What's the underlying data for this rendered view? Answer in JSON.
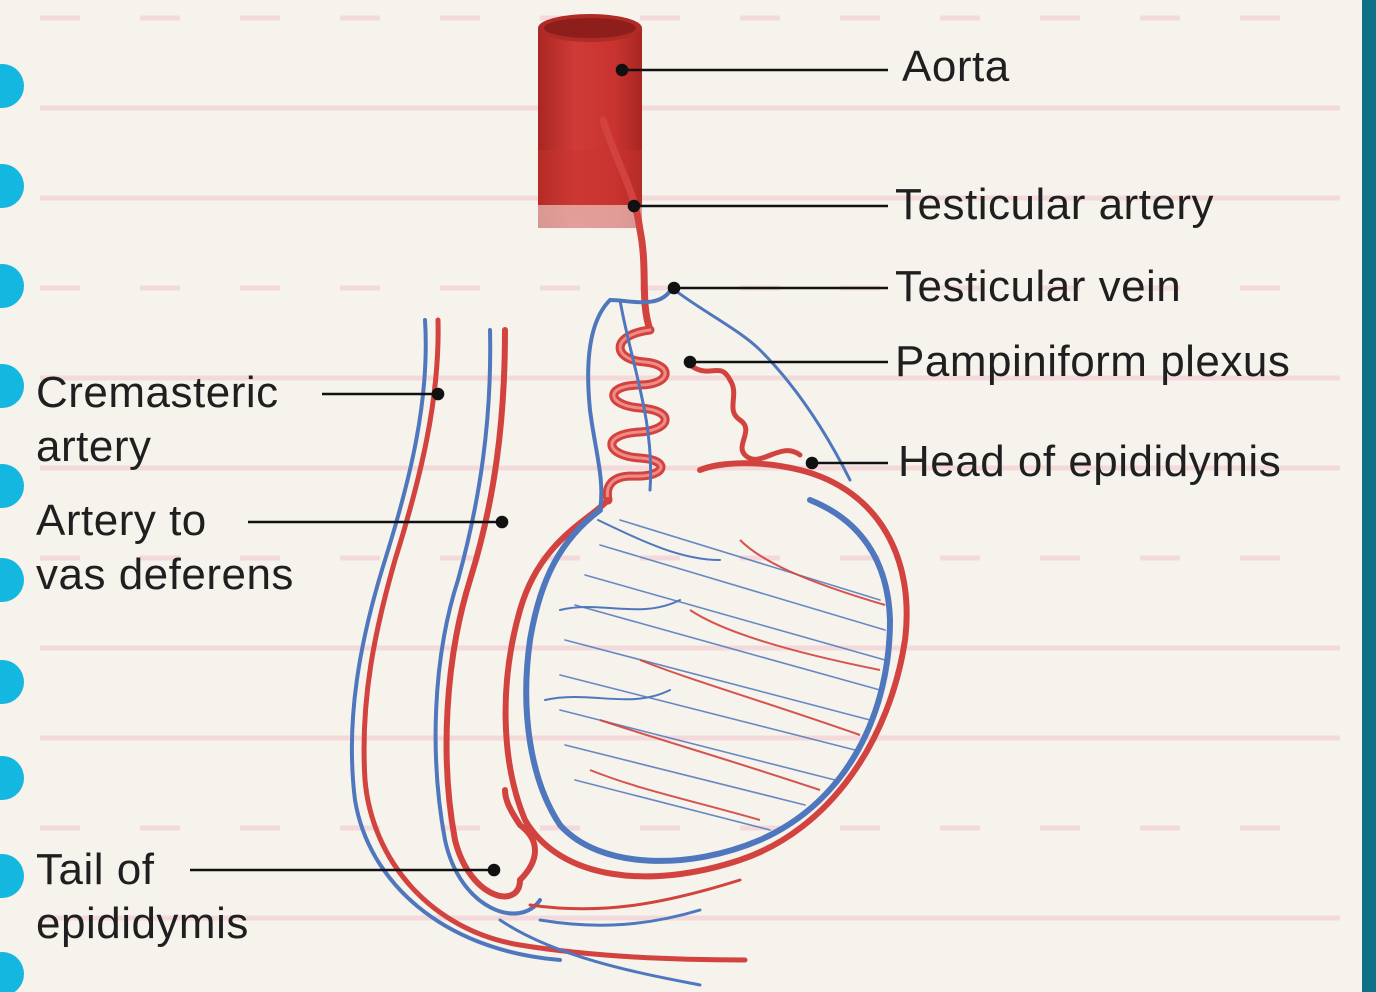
{
  "colors": {
    "background": "#f6f2ec",
    "ruled_line": "#f4d9da",
    "artery": "#d2433f",
    "vein": "#4f77bd",
    "aorta": "#c8332f",
    "binder_hole": "#14b7df",
    "binder_edge": "#0f6f86",
    "leader_line": "#111111"
  },
  "labels": {
    "aorta": "Aorta",
    "testicular_artery": "Testicular artery",
    "testicular_vein": "Testicular vein",
    "pampiniform_plexus": "Pampiniform plexus",
    "head_of_epididymis": "Head of epididymis",
    "cremasteric_artery_1": "Cremasteric",
    "cremasteric_artery_2": "artery",
    "artery_to_vas_1": "Artery to",
    "artery_to_vas_2": "vas deferens",
    "tail_of_epididymis_1": "Tail of",
    "tail_of_epididymis_2": "epididymis"
  },
  "icons": {
    "binder_holes": "binder-hole-icon"
  }
}
